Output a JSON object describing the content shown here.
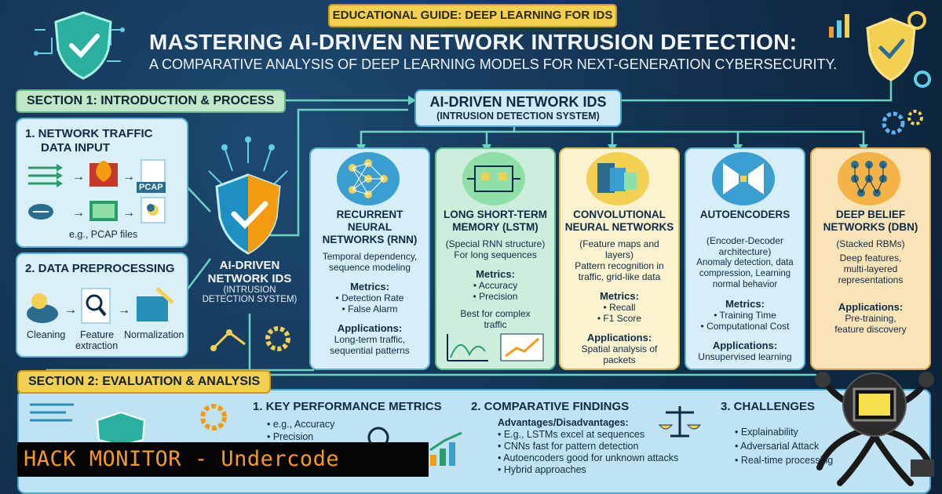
{
  "header": {
    "badge": "EDUCATIONAL GUIDE: DEEP LEARNING FOR IDS",
    "title": "MASTERING AI-DRIVEN NETWORK INTRUSION DETECTION:",
    "subtitle": "A COMPARATIVE ANALYSIS OF DEEP LEARNING MODELS FOR NEXT-GENERATION CYBERSECURITY."
  },
  "section1": {
    "label": "SECTION 1: INTRODUCTION & PROCESS"
  },
  "ids_header": {
    "title": "AI-DRIVEN NETWORK IDS",
    "subtitle": "(INTRUSION DETECTION SYSTEM)"
  },
  "traffic_box": {
    "title_line1": "1. NETWORK TRAFFIC",
    "title_line2": "DATA INPUT",
    "pcap_label": "PCAP",
    "example": "e.g., PCAP files"
  },
  "preprocess_box": {
    "title": "2. DATA PREPROCESSING",
    "step1": "Cleaning",
    "step2_line1": "Feature",
    "step2_line2": "extraction",
    "step3": "Normalization"
  },
  "center_ids": {
    "line1": "AI-DRIVEN",
    "line2": "NETWORK IDS",
    "line3": "(INTRUSION",
    "line4": "DETECTION SYSTEM)"
  },
  "models": [
    {
      "name_line1": "RECURRENT NEURAL",
      "name_line2": "NETWORKS (RNN)",
      "desc1": "Temporal dependency,",
      "desc2": "sequence modeling",
      "desc3": "",
      "metrics_label": "Metrics:",
      "metric1": "• Detection Rate",
      "metric2": "• False Alarm",
      "apps_label": "Applications:",
      "app1": "Long-term traffic,",
      "app2": "sequential patterns"
    },
    {
      "name_line1": "LONG SHORT-TERM",
      "name_line2": "MEMORY (LSTM)",
      "desc1": "(Special RNN structure)",
      "desc2": "For long sequences",
      "desc3": "",
      "metrics_label": "Metrics:",
      "metric1": "• Accuracy",
      "metric2": "• Precision",
      "apps_label": "",
      "app1": "Best for complex",
      "app2": "traffic"
    },
    {
      "name_line1": "CONVOLUTIONAL",
      "name_line2": "NEURAL NETWORKS",
      "desc1": "(Feature maps and layers)",
      "desc2": "Pattern recognition in",
      "desc3": "traffic, grid-like data",
      "metrics_label": "Metrics:",
      "metric1": "• Recall",
      "metric2": "• F1 Score",
      "apps_label": "Applications:",
      "app1": "Spatial analysis of",
      "app2": "packets"
    },
    {
      "name_line1": "AUTOENCODERS",
      "name_line2": "",
      "desc1": "(Encoder-Decoder",
      "desc2": "architecture)",
      "desc3": "Anomaly detection, data compression, Learning normal behavior",
      "metrics_label": "Metrics:",
      "metric1": "• Training Time",
      "metric2": "• Computational Cost",
      "apps_label": "Applications:",
      "app1": "Unsupervised learning",
      "app2": ""
    },
    {
      "name_line1": "DEEP BELIEF",
      "name_line2": "NETWORKS (DBN)",
      "desc1": "(Stacked RBMs)",
      "desc2": "Deep features,",
      "desc3": "multi-layered representations",
      "metrics_label": "",
      "metric1": "",
      "metric2": "",
      "apps_label": "Applications:",
      "app1": "Pre-training,",
      "app2": "feature discovery"
    }
  ],
  "section2": {
    "label": "SECTION 2: EVALUATION & ANALYSIS"
  },
  "metrics_panel": {
    "title": "1. KEY PERFORMANCE METRICS",
    "item1": "• e.g., Accuracy",
    "item2": "• Precision"
  },
  "findings_panel": {
    "title": "2. COMPARATIVE FINDINGS",
    "head": "Advantages/Disadvantages:",
    "item1": "• E.g., LSTMs excel at sequences",
    "item2": "• CNNs fast for pattern detection",
    "item3": "• Autoencoders good for unknown attacks",
    "item4": "• Hybrid approaches"
  },
  "challenges_panel": {
    "title": "3. CHALLENGES",
    "item1": "• Explainability",
    "item2": "• Adversarial Attack",
    "item3": "• Real-time processing"
  },
  "watermark": {
    "text": "HACK MONITOR - Undercode"
  },
  "colors": {
    "accent_yellow": "#f3cf52",
    "panel_blue": "#d9f0f8",
    "accent_orange": "#f59a2a",
    "navy": "#12314f"
  }
}
